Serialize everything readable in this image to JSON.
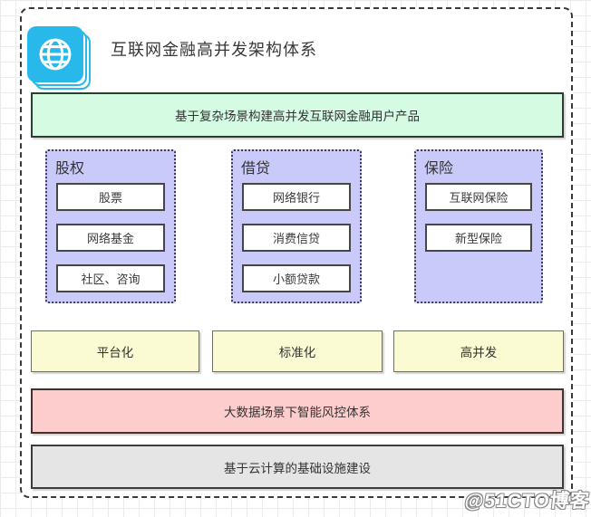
{
  "title": "互联网金融高并发架构体系",
  "icon": "globe-stacked-pages-icon",
  "banners": {
    "product": {
      "label": "基于复杂场景构建高并发互联网金融用户产品",
      "bg": "#d5fbe3"
    },
    "risk": {
      "label": "大数据场景下智能风控体系",
      "bg": "#fdcdcd"
    },
    "infra": {
      "label": "基于云计算的基础设施建设",
      "bg": "#e5e5e5"
    }
  },
  "columns": [
    {
      "header": "股权",
      "bg": "#c9c9fa",
      "items": [
        "股票",
        "网络基金",
        "社区、咨询"
      ]
    },
    {
      "header": "借贷",
      "bg": "#c9c9fa",
      "items": [
        "网络银行",
        "消费信贷",
        "小额贷款"
      ]
    },
    {
      "header": "保险",
      "bg": "#c9c9fa",
      "items": [
        "互联网保险",
        "新型保险"
      ]
    }
  ],
  "capabilities": [
    "平台化",
    "标准化",
    "高并发"
  ],
  "watermark": "@51CTO博客",
  "colors": {
    "icon_cyan": "#29b8ea",
    "frame_border": "#3a3a3a",
    "yellow": "#fbfbd3",
    "grid_line": "#ebebeb"
  }
}
